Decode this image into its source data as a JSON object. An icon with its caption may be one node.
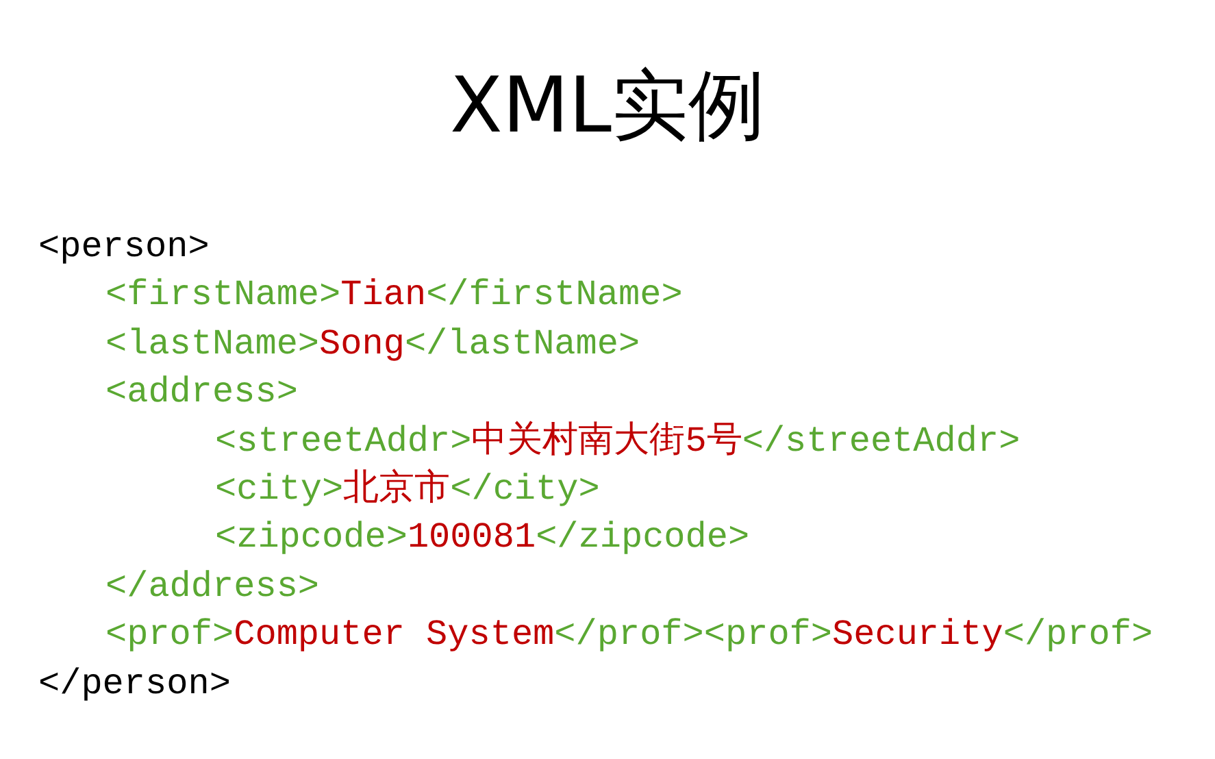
{
  "diagram": {
    "title": "XML实例",
    "labels": [
      "<person>",
      "<firstName>Tian</firstName>",
      "<lastName>Song</lastName>",
      "<address>",
      "<streetAddr>中关村南大街5号</streetAddr>",
      "<city>北京市</city>",
      "<zipcode>100081</zipcode>",
      "</address>",
      "<prof>Computer System</prof><prof>Security</prof>",
      "</person>"
    ]
  }
}
